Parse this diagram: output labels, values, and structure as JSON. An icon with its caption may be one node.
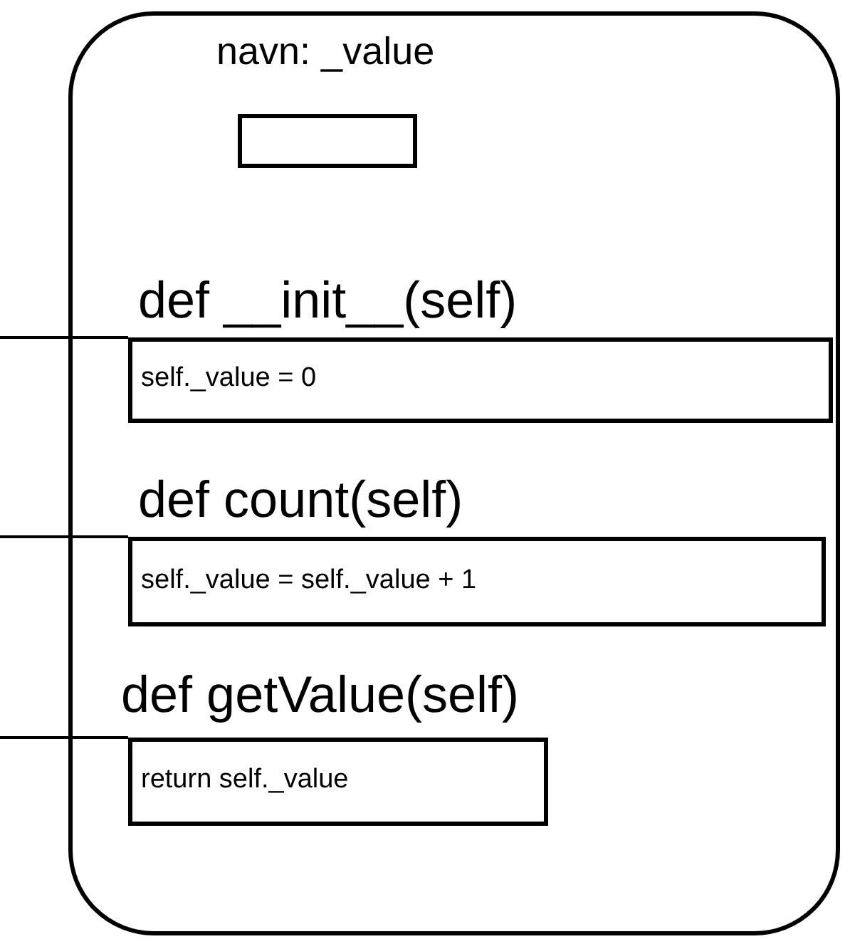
{
  "diagram": {
    "nodes": [
      {
        "text": [],
        "shape": "box"
      },
      {
        "text": [
          "navn: _value"
        ],
        "in": 0
      },
      {
        "text": [
          "def __init__(self)",
          "self._value = 0"
        ],
        "in": 0
      },
      {
        "text": [
          "def count(self)",
          "self._value = self._value + 1"
        ],
        "in": 0
      },
      {
        "text": [
          "def getValue(self)",
          "return self._value"
        ],
        "in": 0
      }
    ],
    "edges": [
      {
        "from": null,
        "to": 2,
        "arrow": "none"
      },
      {
        "from": null,
        "to": 3,
        "arrow": "none"
      },
      {
        "from": null,
        "to": 4,
        "arrow": "none"
      }
    ]
  }
}
